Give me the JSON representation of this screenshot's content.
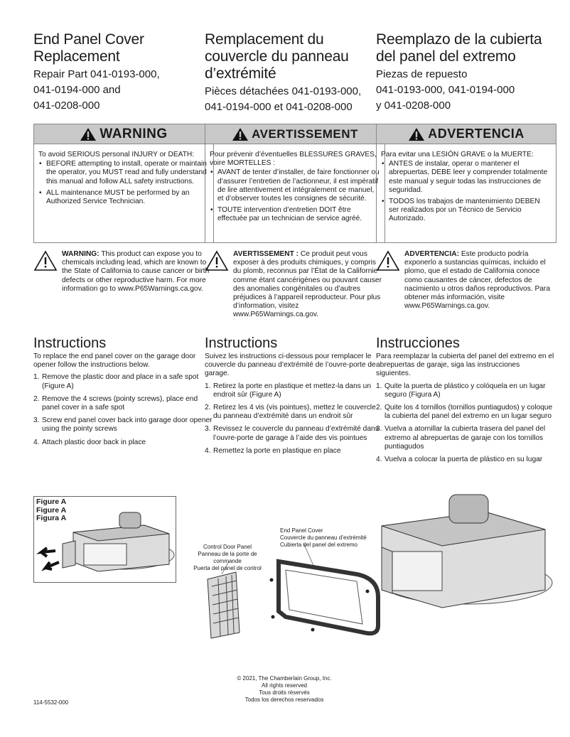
{
  "columns": [
    {
      "title": [
        "End Panel Cover",
        "Replacement"
      ],
      "parts": [
        "Repair Part 041-0193-000,",
        "041-0194-000 and",
        "041-0208-000"
      ],
      "warning_header": "WARNING",
      "warning_intro": "To avoid SERIOUS personal INJURY or DEATH:",
      "warning_items": [
        "BEFORE attempting to install, operate or maintain the operator, you MUST read and fully understand this manual and follow ALL safety instructions.",
        "ALL maintenance MUST be performed by an Authorized Service Technician."
      ],
      "p65_label": "WARNING:",
      "p65_text": " This product can expose you to chemicals including lead, which are known to the State of California to cause cancer or birth defects or other reproductive harm. For more information go to www.P65Warnings.ca.gov.",
      "instructions_title": "Instructions",
      "instructions_intro": "To replace the end panel cover on the garage door opener follow the instructions below.",
      "steps": [
        {
          "num": "1.",
          "text": "Remove the plastic door and place in a safe spot (Figure A)"
        },
        {
          "num": "2.",
          "text": "Remove the 4 screws (pointy screws), place end panel cover in a safe spot"
        },
        {
          "num": "3.",
          "text": "Screw end panel cover back into garage door opener using the pointy screws"
        },
        {
          "num": "4.",
          "text": "Attach plastic door back in place"
        }
      ]
    },
    {
      "title": [
        "Remplacement du",
        "couvercle du panneau",
        "d’extrémité"
      ],
      "parts": [
        "Pièces détachées 041-0193-000,",
        "041-0194-000 et 041-0208-000"
      ],
      "warning_header": "AVERTISSEMENT",
      "warning_intro": "Pour prévenir d’éventuelles BLESSURES GRAVES, voire MORTELLES :",
      "warning_items": [
        "AVANT de tenter d’installer, de faire fonctionner ou d’assurer l’entretien de l’actionneur, il est impératif de lire attentivement et intégralement ce manuel, et d’observer toutes les consignes de sécurité.",
        "TOUTE intervention d’entretien DOIT être effectuée par un technician de service agréé."
      ],
      "p65_label": "AVERTISSEMENT :",
      "p65_text": " Ce produit peut vous exposer à des produits chimiques, y compris du plomb, reconnus par l’État de la Californie comme étant cancérigènes ou pouvant causer des anomalies congénitales ou d’autres préjudices à l’appareil reproducteur. Pour plus d’information, visitez www.P65Warnings.ca.gov.",
      "instructions_title": "Instructions",
      "instructions_intro": "Suivez les instructions ci-dessous pour remplacer le couvercle du panneau d’extrémité de l’ouvre-porte de garage.",
      "steps": [
        {
          "num": "1.",
          "text": "Retirez la porte en plastique et mettez-la dans un endroit sûr (Figure A)"
        },
        {
          "num": "2.",
          "text": "Retirez les 4 vis (vis pointues), mettez le couvercle du panneau d’extrémité dans un endroit sûr"
        },
        {
          "num": "3.",
          "text": "Revissez le couvercle du panneau d’extrémité dans l’ouvre-porte de garage à l’aide des vis pointues"
        },
        {
          "num": "4.",
          "text": "Remettez la porte en plastique en place"
        }
      ]
    },
    {
      "title": [
        "Reemplazo de la cubierta",
        "del panel del extremo"
      ],
      "parts": [
        "Piezas de repuesto",
        "041-0193-000, 041-0194-000",
        "y 041-0208-000"
      ],
      "warning_header": "ADVERTENCIA",
      "warning_intro": "Para evitar una LESIÓN GRAVE o la MUERTE:",
      "warning_items": [
        "ANTES de instalar, operar o mantener el abrepuertas, DEBE leer y comprender totalmente este manual y seguir todas las instrucciones de seguridad.",
        "TODOS los trabajos de mantenimiento DEBEN ser realizados por un Técnico de Servicio Autorizado."
      ],
      "p65_label": "ADVERTENCIA:",
      "p65_text": " Este producto podría exponerlo a sustancias químicas, incluido el plomo, que el estado de California conoce como causantes de cáncer, defectos de nacimiento u otros daños reproductivos. Para obtener más información, visite www.P65Warnings.ca.gov.",
      "instructions_title": "Instrucciones",
      "instructions_intro": "Para reemplazar la cubierta del panel del extremo en el abrepuertas de garaje, siga las instrucciones siguientes.",
      "steps": [
        {
          "num": "1.",
          "text": "Quite la puerta de plástico y colóquela en un lugar seguro (Figura A)"
        },
        {
          "num": "2.",
          "text": "Quite los 4 tornillos (tornillos puntiagudos) y coloque la cubierta del panel del extremo en un lugar seguro"
        },
        {
          "num": "3.",
          "text": "Vuelva a atornillar la cubierta trasera del panel del extremo al abrepuertas de garaje con los tornillos puntiagudos"
        },
        {
          "num": "4.",
          "text": "Vuelva a colocar la puerta de plástico en su lugar"
        }
      ]
    }
  ],
  "figure": {
    "labels": [
      "Figure A",
      "Figure A",
      "Figura A"
    ],
    "control_door_panel": [
      "Control Door Panel",
      "Panneau de la porte de commande",
      "Puerta del panel de control"
    ],
    "end_panel_cover": [
      "End Panel Cover",
      "Couvercle du panneau d’extrémité",
      "Cubierta del panel del extremo"
    ]
  },
  "footer": {
    "copyright": [
      "© 2021, The Chamberlain Group, Inc.",
      "All rights reserved",
      "Tous droits réservés",
      "Todos los derechos reservados"
    ],
    "doc_number": "114-5532-000"
  }
}
